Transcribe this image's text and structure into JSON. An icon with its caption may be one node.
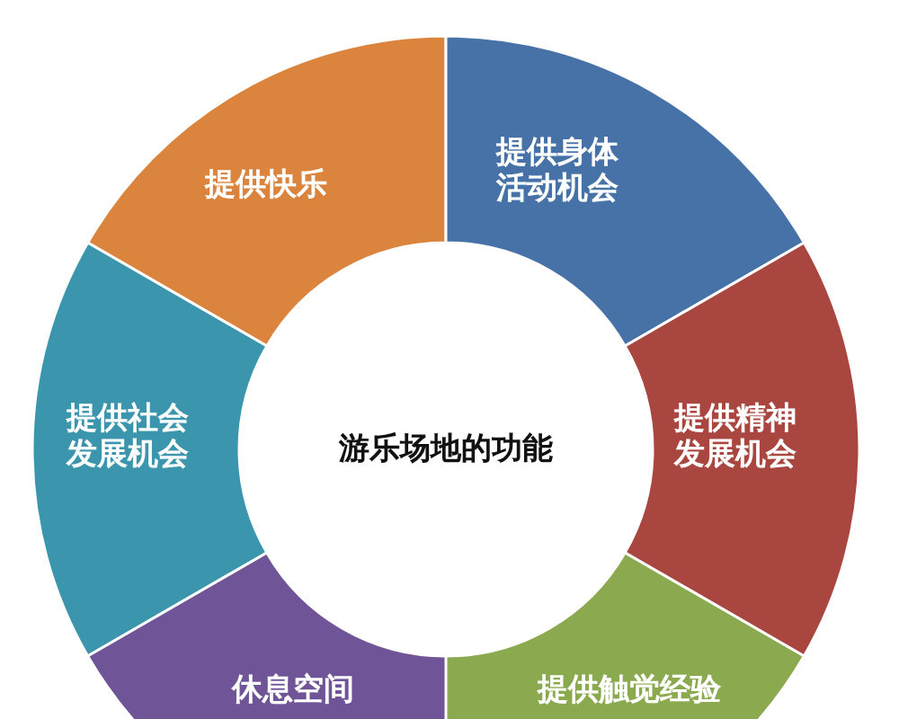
{
  "diagram": {
    "nodes": [
      {
        "text": [
          "提供快乐"
        ]
      },
      {
        "text": [
          "提供身体活动机会"
        ]
      },
      {
        "text": [
          "提供社会发展机会"
        ]
      },
      {
        "text": [
          "游乐场地的功能"
        ]
      },
      {
        "text": [
          "提供精神发展机会"
        ]
      },
      {
        "text": [
          "休息空间"
        ]
      },
      {
        "text": [
          "提供触觉经验"
        ]
      }
    ]
  }
}
